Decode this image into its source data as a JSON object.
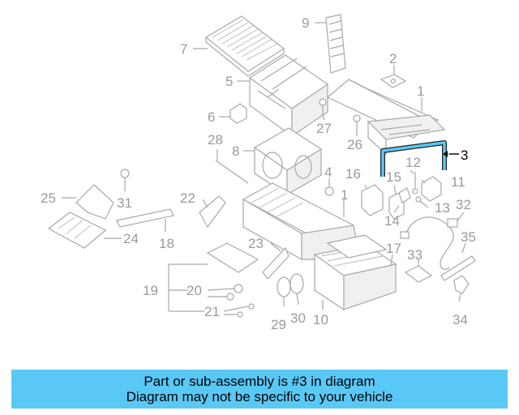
{
  "callouts": {
    "c1a": "1",
    "c1b": "1",
    "c2": "2",
    "c3": "3",
    "c4": "4",
    "c5": "5",
    "c6": "6",
    "c7": "7",
    "c8": "8",
    "c9": "9",
    "c10": "10",
    "c11": "11",
    "c12": "12",
    "c13": "13",
    "c14": "14",
    "c15": "15",
    "c16": "16",
    "c17": "17",
    "c18": "18",
    "c19": "19",
    "c20": "20",
    "c21": "21",
    "c22": "22",
    "c23": "23",
    "c24": "24",
    "c25": "25",
    "c26": "26",
    "c27": "27",
    "c28": "28",
    "c29": "29",
    "c30": "30",
    "c31": "31",
    "c32": "32",
    "c33": "33",
    "c34": "34",
    "c35": "35"
  },
  "colors": {
    "highlight": "#5ac8f5",
    "parts": "#a8a8a8",
    "labels": "#9a9a9a"
  },
  "banner": {
    "line1": "Part or sub-assembly is #3 in diagram",
    "line2": "Diagram may not be specific to your vehicle"
  }
}
